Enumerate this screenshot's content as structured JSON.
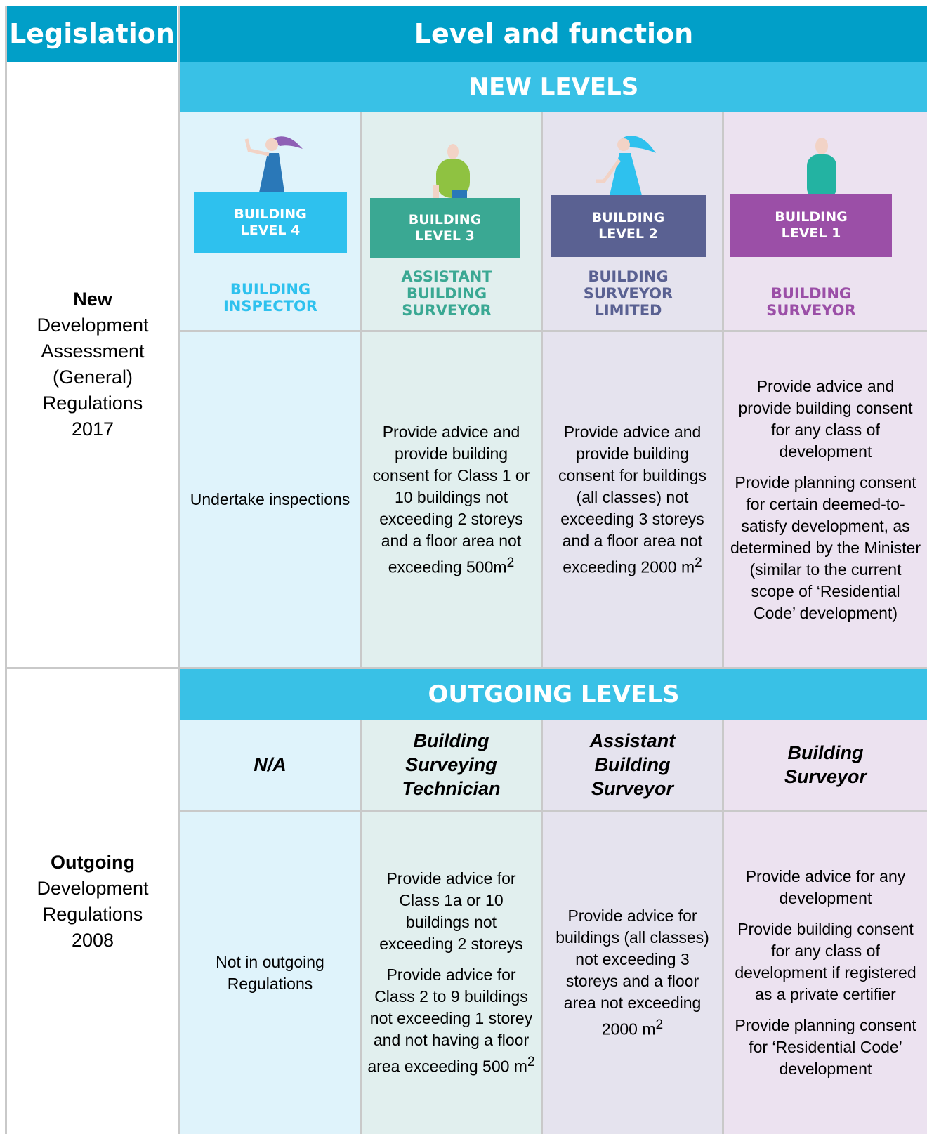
{
  "header": {
    "legislation": "Legislation",
    "level_function": "Level and function"
  },
  "new": {
    "band": "NEW LEVELS",
    "legislation": {
      "bold": "New",
      "rest": [
        "Development",
        "Assessment",
        "(General)",
        "Regulations",
        "2017"
      ]
    },
    "levels": [
      {
        "badge": [
          "BUILDING",
          "LEVEL 4"
        ],
        "badge_color": "#2ec1ee",
        "role": [
          "BUILDING",
          "INSPECTOR"
        ],
        "role_color": "#2ec1ee",
        "functions": [
          "Undertake inspections"
        ]
      },
      {
        "badge": [
          "BUILDING",
          "LEVEL 3"
        ],
        "badge_color": "#3aa893",
        "role": [
          "ASSISTANT",
          "BUILDING",
          "SURVEYOR"
        ],
        "role_color": "#3aa893",
        "functions": [
          "Provide advice and provide building consent for Class 1 or 10 buildings not exceeding 2 storeys and a floor area not exceeding 500m"
        ]
      },
      {
        "badge": [
          "BUILDING",
          "LEVEL 2"
        ],
        "badge_color": "#5a6192",
        "role": [
          "BUILDING",
          "SURVEYOR",
          "LIMITED"
        ],
        "role_color": "#5a6192",
        "functions": [
          "Provide advice and provide building consent for buildings (all classes) not exceeding 3 storeys and a floor area not exceeding 2000 m"
        ]
      },
      {
        "badge": [
          "BUILDING",
          "LEVEL 1"
        ],
        "badge_color": "#9b4fa7",
        "role": [
          "BUILDING",
          "SURVEYOR"
        ],
        "role_color": "#9b4fa7",
        "functions": [
          "Provide advice and provide building consent for any class of development",
          "Provide planning consent for certain deemed-to-satisfy development, as determined by the Minister (similar to the current scope of ‘Residential Code’ development)"
        ]
      }
    ],
    "superscript": "2"
  },
  "outgoing": {
    "band": "OUTGOING LEVELS",
    "legislation": {
      "bold": "Outgoing",
      "rest": [
        "Development",
        "Regulations",
        "2008"
      ]
    },
    "titles": [
      "N/A",
      "Building Surveying Technician",
      "Assistant Building Surveyor",
      "Building Surveyor"
    ],
    "functions": [
      [
        "Not in outgoing Regulations"
      ],
      [
        "Provide advice for Class 1a or 10 buildings not exceeding 2 storeys",
        "Provide advice for Class 2 to 9 buildings not exceeding 1 storey and not having a floor area exceeding 500 m"
      ],
      [
        "Provide advice for buildings (all classes) not exceeding 3 storeys and a floor area not exceeding 2000 m"
      ],
      [
        "Provide advice for any development",
        "Provide building consent for any class of development if registered as a private certifier",
        "Provide planning consent for ‘Residential Code’ development"
      ]
    ],
    "superscript": "2"
  },
  "colors": {
    "header": "#019fc8",
    "band": "#39c1e6"
  },
  "icons": [
    "woman-waving-icon",
    "person-green-icon",
    "woman-dancing-icon",
    "person-teal-icon"
  ]
}
